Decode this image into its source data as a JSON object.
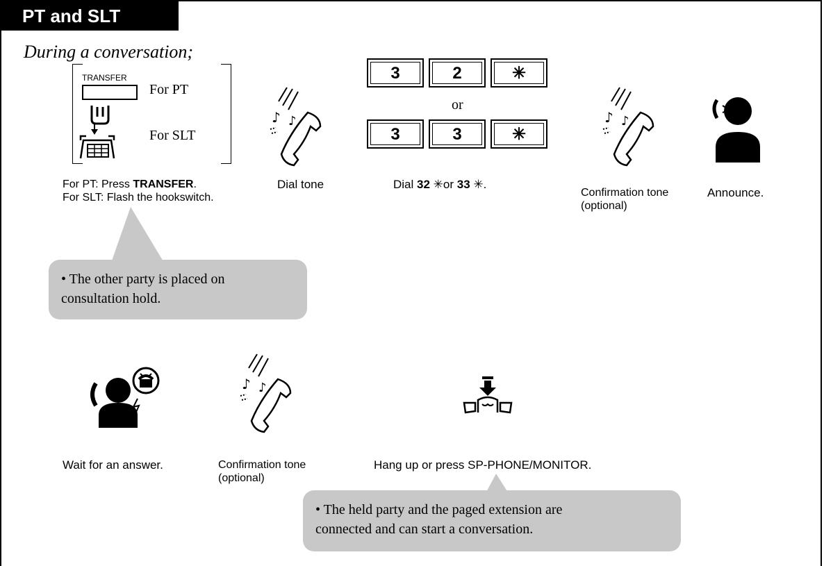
{
  "header": {
    "title": "PT and SLT"
  },
  "intro": "During a conversation;",
  "step1": {
    "key_label": "TRANSFER",
    "for_pt": "For PT",
    "for_slt": "For SLT",
    "caption_line1_prefix": "For PT: Press ",
    "caption_line1_bold": "TRANSFER",
    "caption_line1_suffix": ".",
    "caption_line2": "For SLT: Flash the hookswitch."
  },
  "step2": {
    "caption": "Dial tone"
  },
  "step3": {
    "row1": [
      "3",
      "2",
      "✳"
    ],
    "or": "or",
    "row2": [
      "3",
      "3",
      "✳"
    ],
    "caption_prefix": "Dial ",
    "caption_b1": "32",
    "caption_mid1": " ✳or ",
    "caption_b2": "33",
    "caption_end": " ✳."
  },
  "step4": {
    "caption_line1": "Confirmation tone",
    "caption_line2": "(optional)"
  },
  "step5": {
    "caption": "Announce."
  },
  "bubble1": {
    "line1": "• The other party is placed on",
    "line2": "consultation hold."
  },
  "step6": {
    "caption": "Wait for an answer."
  },
  "step7": {
    "caption_line1": "Confirmation tone",
    "caption_line2": "(optional)"
  },
  "step8": {
    "caption": "Hang up or press SP-PHONE/MONITOR."
  },
  "bubble2": {
    "line1": "• The held party and the paged extension are",
    "line2": "connected and can start a conversation."
  },
  "icons": {
    "handset": "handset-ringing-icon",
    "hookswitch": "hookswitch-flash-icon",
    "announce": "person-speaking-icon",
    "wait": "person-waiting-icon",
    "hangup": "hang-up-icon"
  }
}
